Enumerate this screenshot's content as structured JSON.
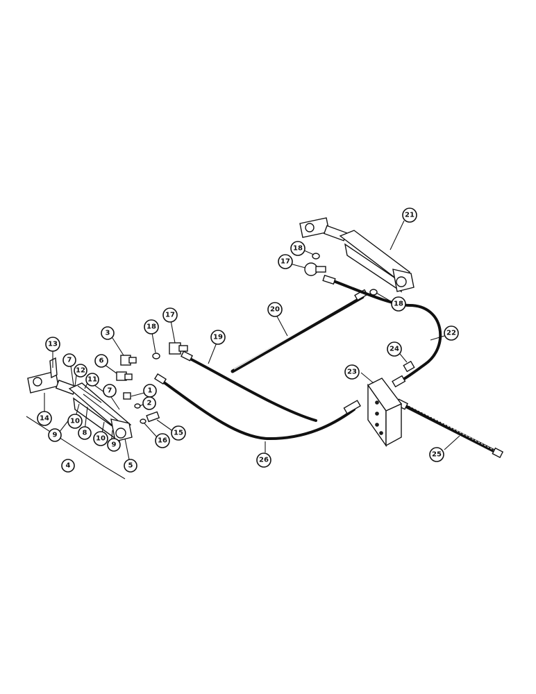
{
  "callouts": [
    {
      "id": "c1",
      "label": "1"
    },
    {
      "id": "c2",
      "label": "2"
    },
    {
      "id": "c3",
      "label": "3"
    },
    {
      "id": "c4",
      "label": "4"
    },
    {
      "id": "c5",
      "label": "5"
    },
    {
      "id": "c6",
      "label": "6"
    },
    {
      "id": "c7a",
      "label": "7"
    },
    {
      "id": "c7b",
      "label": "7"
    },
    {
      "id": "c8",
      "label": "8"
    },
    {
      "id": "c9a",
      "label": "9"
    },
    {
      "id": "c9b",
      "label": "9"
    },
    {
      "id": "c10a",
      "label": "10"
    },
    {
      "id": "c10b",
      "label": "10"
    },
    {
      "id": "c11",
      "label": "11"
    },
    {
      "id": "c12",
      "label": "12"
    },
    {
      "id": "c13",
      "label": "13"
    },
    {
      "id": "c14",
      "label": "14"
    },
    {
      "id": "c15",
      "label": "15"
    },
    {
      "id": "c16",
      "label": "16"
    },
    {
      "id": "c17a",
      "label": "17"
    },
    {
      "id": "c17b",
      "label": "17"
    },
    {
      "id": "c18a",
      "label": "18"
    },
    {
      "id": "c18b",
      "label": "18"
    },
    {
      "id": "c18c",
      "label": "18"
    },
    {
      "id": "c19",
      "label": "19"
    },
    {
      "id": "c20",
      "label": "20"
    },
    {
      "id": "c21",
      "label": "21"
    },
    {
      "id": "c22",
      "label": "22"
    },
    {
      "id": "c23",
      "label": "23"
    },
    {
      "id": "c24",
      "label": "24"
    },
    {
      "id": "c25",
      "label": "25"
    },
    {
      "id": "c26",
      "label": "26"
    }
  ]
}
